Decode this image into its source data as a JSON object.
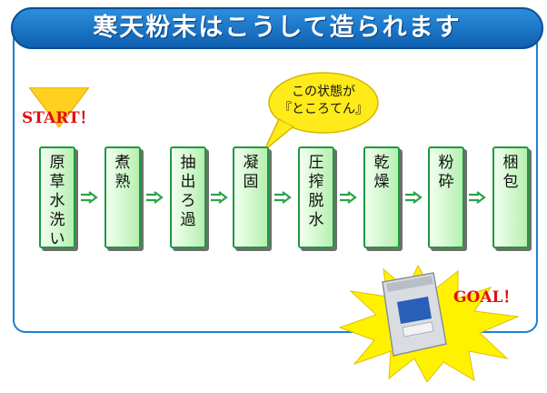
{
  "title": "寒天粉末はこうして造られます",
  "start_label": "START！",
  "goal_label": "GOAL！",
  "bubble": {
    "line1": "この状態が",
    "line2": "『ところてん』"
  },
  "steps": [
    {
      "label": "原草水洗い"
    },
    {
      "label": "煮熟"
    },
    {
      "label": "抽出ろ過"
    },
    {
      "label": "凝固"
    },
    {
      "label": "圧搾脱水"
    },
    {
      "label": "乾燥"
    },
    {
      "label": "粉砕"
    },
    {
      "label": "梱包"
    }
  ],
  "arrow_icon": "double-arrow-right-icon",
  "colors": {
    "banner": "#1570c4",
    "step_border": "#1e9a3e",
    "arrow": "#2aa44a",
    "start_goal_text": "#e01010",
    "start_triangle": "#ffd020",
    "bubble": "#ffea1a"
  }
}
